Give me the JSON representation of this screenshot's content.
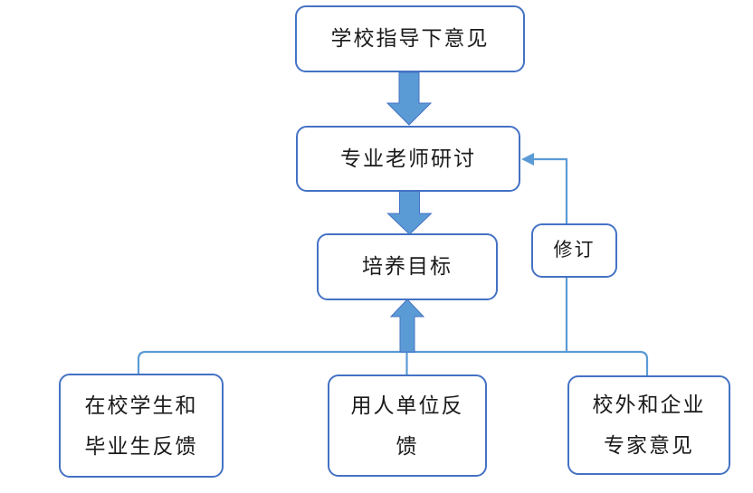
{
  "diagram": {
    "type": "flowchart",
    "colors": {
      "box_border": "#4472C4",
      "connector_line": "#5B9BD5",
      "thick_arrow_fill": "#5B9BD5",
      "text": "#1a1a1a",
      "background": "#ffffff"
    },
    "nodes": {
      "school_guidance": {
        "label": "学校指导下意见"
      },
      "teacher_discussion": {
        "label": "专业老师研讨"
      },
      "training_objectives": {
        "label": "培养目标"
      },
      "revision": {
        "label": "修订"
      },
      "student_graduate_feedback": {
        "lines": [
          "在校学生和",
          "毕业生反馈"
        ]
      },
      "employer_feedback": {
        "lines": [
          "用人单位反",
          "馈"
        ]
      },
      "external_expert_opinion": {
        "lines": [
          "校外和企业",
          "专家意见"
        ]
      }
    },
    "edges": [
      {
        "from": "school_guidance",
        "to": "teacher_discussion",
        "style": "thick-block-arrow-down"
      },
      {
        "from": "teacher_discussion",
        "to": "training_objectives",
        "style": "thick-block-arrow-down"
      },
      {
        "from": "feedback_bus",
        "to": "training_objectives",
        "style": "thick-block-arrow-up"
      },
      {
        "from": "student_graduate_feedback",
        "to": "feedback_bus",
        "style": "thin-line"
      },
      {
        "from": "employer_feedback",
        "to": "feedback_bus",
        "style": "thin-line"
      },
      {
        "from": "external_expert_opinion",
        "to": "feedback_bus",
        "style": "thin-line"
      },
      {
        "from": "feedback_bus",
        "to": "revision",
        "style": "thin-line"
      },
      {
        "from": "revision",
        "to": "teacher_discussion",
        "style": "thin-arrow-left"
      }
    ]
  }
}
